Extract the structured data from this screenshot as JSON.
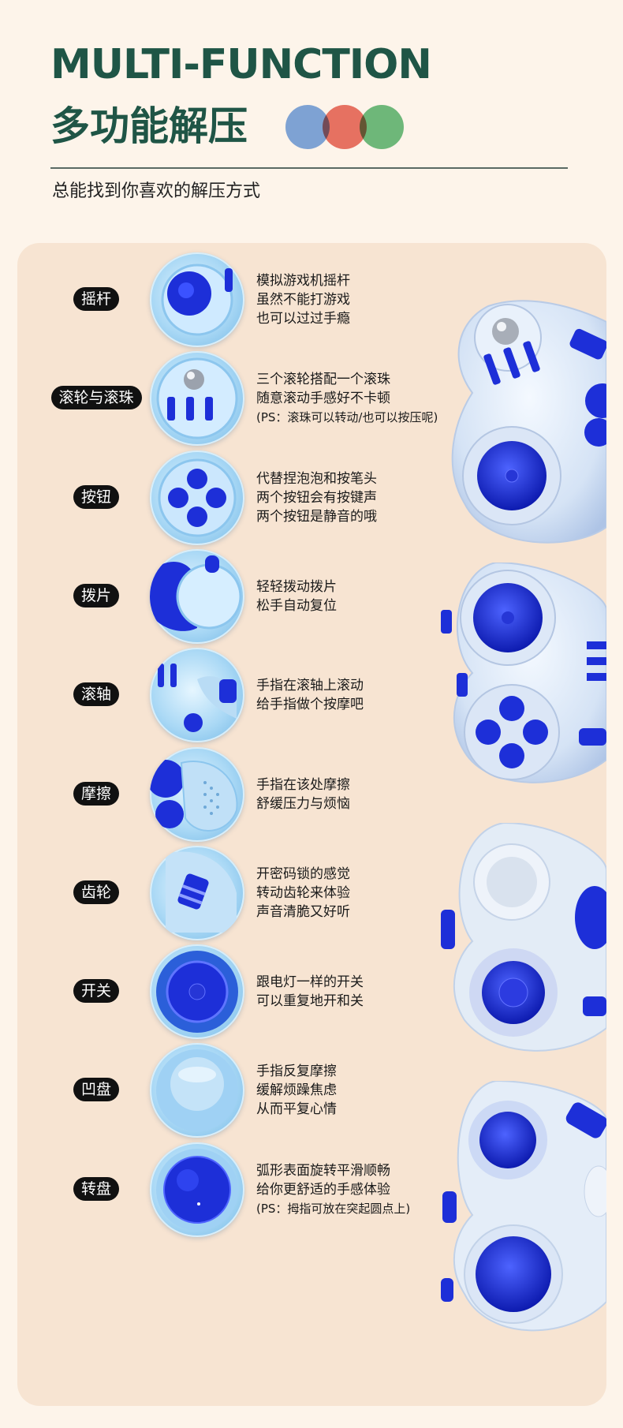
{
  "header": {
    "title_en": "MULTI-FUNCTION",
    "title_cn": "多功能解压",
    "subtitle": "总能找到你喜欢的解压方式",
    "dot_colors": [
      "#7fa9e6",
      "#e8766a",
      "#6fbf84"
    ]
  },
  "features": [
    {
      "label": "摇杆",
      "icon": "joystick-icon",
      "lines": [
        "模拟游戏机摇杆",
        "虽然不能打游戏",
        "也可以过过手瘾"
      ],
      "note": ""
    },
    {
      "label": "滚轮与滚珠",
      "icon": "roller-ball-icon",
      "lines": [
        "三个滚轮搭配一个滚珠",
        "随意滚动手感好不卡顿"
      ],
      "note": "(PS：滚珠可以转动/也可以按压呢)"
    },
    {
      "label": "按钮",
      "icon": "buttons-icon",
      "lines": [
        "代替捏泡泡和按笔头",
        "两个按钮会有按键声",
        "两个按钮是静音的哦"
      ],
      "note": ""
    },
    {
      "label": "拨片",
      "icon": "toggle-lever-icon",
      "lines": [
        "轻轻拨动拨片",
        "松手自动复位"
      ],
      "note": ""
    },
    {
      "label": "滚轴",
      "icon": "roller-axis-icon",
      "lines": [
        "手指在滚轴上滚动",
        "给手指做个按摩吧"
      ],
      "note": ""
    },
    {
      "label": "摩擦",
      "icon": "friction-icon",
      "lines": [
        "手指在该处摩擦",
        "舒缓压力与烦恼"
      ],
      "note": ""
    },
    {
      "label": "齿轮",
      "icon": "gear-icon",
      "lines": [
        "开密码锁的感觉",
        "转动齿轮来体验",
        "声音清脆又好听"
      ],
      "note": ""
    },
    {
      "label": "开关",
      "icon": "switch-icon",
      "lines": [
        "跟电灯一样的开关",
        "可以重复地开和关"
      ],
      "note": ""
    },
    {
      "label": "凹盘",
      "icon": "concave-disc-icon",
      "lines": [
        "手指反复摩擦",
        "缓解烦躁焦虑",
        "从而平复心情"
      ],
      "note": ""
    },
    {
      "label": "转盘",
      "icon": "turntable-icon",
      "lines": [
        "弧形表面旋转平滑顺畅",
        "给你更舒适的手感体验"
      ],
      "note": "(PS：拇指可放在突起圆点上)"
    }
  ],
  "colors": {
    "title": "#1f5546",
    "panel": "#f7e4d2",
    "pill": "#111111",
    "cobalt": "#1d2fd8"
  }
}
